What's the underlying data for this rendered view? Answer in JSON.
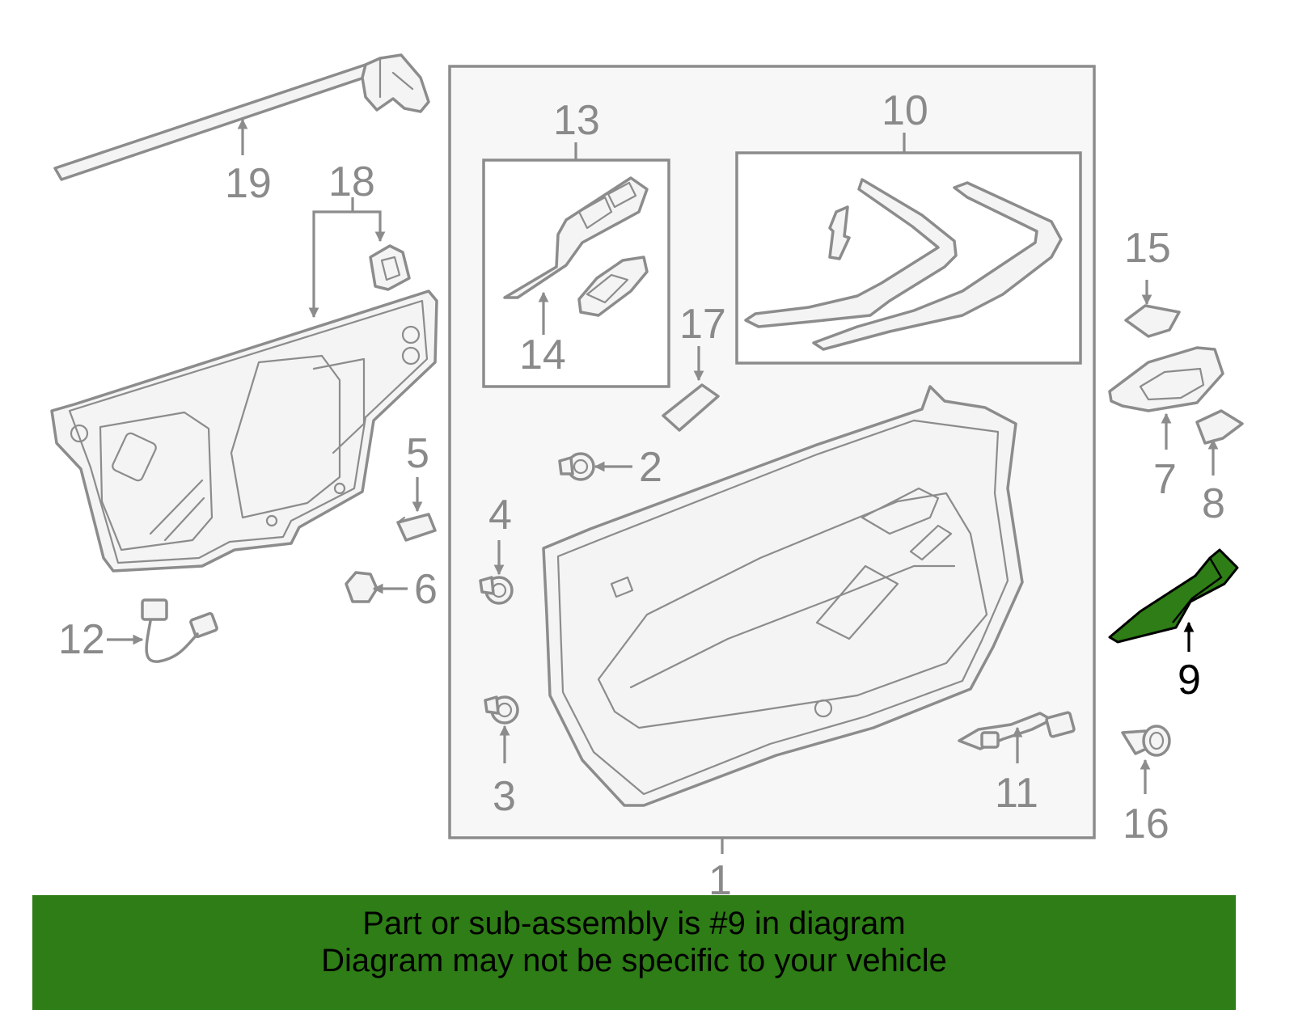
{
  "callouts": {
    "n1": "1",
    "n2": "2",
    "n3": "3",
    "n4": "4",
    "n5": "5",
    "n6": "6",
    "n7": "7",
    "n8": "8",
    "n9": "9",
    "n10": "10",
    "n11": "11",
    "n12": "12",
    "n13": "13",
    "n14": "14",
    "n15": "15",
    "n16": "16",
    "n17": "17",
    "n18": "18",
    "n19": "19"
  },
  "highlighted_part": "9",
  "colors": {
    "highlight": "#2e7d16",
    "line": "#8c8c8c",
    "label": "#8a8a8a"
  },
  "banner": {
    "line1": "Part or sub-assembly is #9 in diagram",
    "line2": "Diagram may not be specific to your vehicle"
  }
}
